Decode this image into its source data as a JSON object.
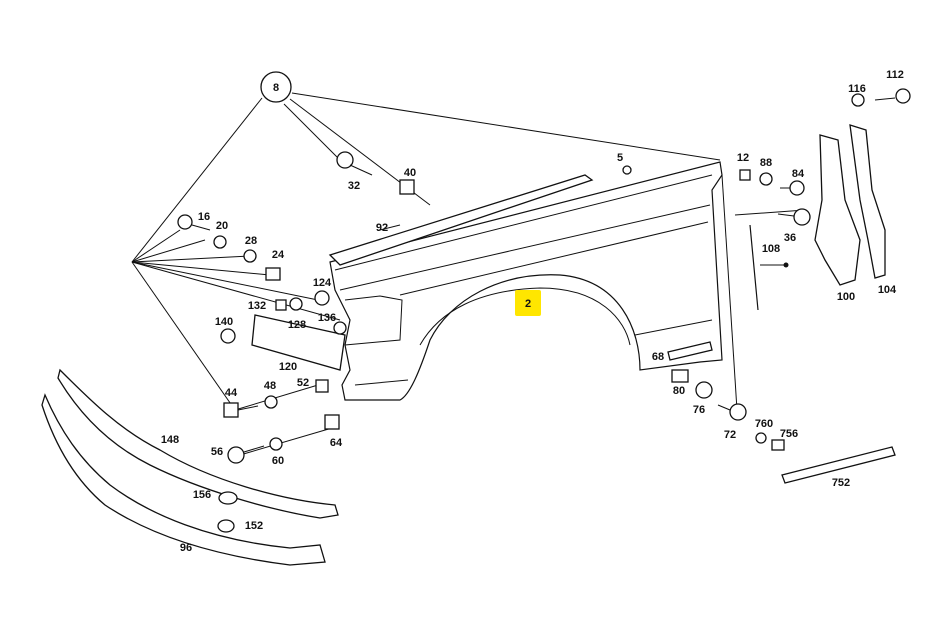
{
  "diagram": {
    "callouts": {
      "c8": "8",
      "c2": "2",
      "c5": "5",
      "c12": "12",
      "c16": "16",
      "c20": "20",
      "c24": "24",
      "c28": "28",
      "c32": "32",
      "c36": "36",
      "c40": "40",
      "c44": "44",
      "c48": "48",
      "c52": "52",
      "c56": "56",
      "c60": "60",
      "c64": "64",
      "c68": "68",
      "c72": "72",
      "c76": "76",
      "c80": "80",
      "c84": "84",
      "c88": "88",
      "c92": "92",
      "c96": "96",
      "c100": "100",
      "c104": "104",
      "c108": "108",
      "c112": "112",
      "c116": "116",
      "c120": "120",
      "c124": "124",
      "c128": "128",
      "c132": "132",
      "c136": "136",
      "c140": "140",
      "c148": "148",
      "c152": "152",
      "c156": "156",
      "c752": "752",
      "c756": "756",
      "c760": "760"
    },
    "highlight_color": "#ffe600",
    "line_color": "#111111"
  }
}
